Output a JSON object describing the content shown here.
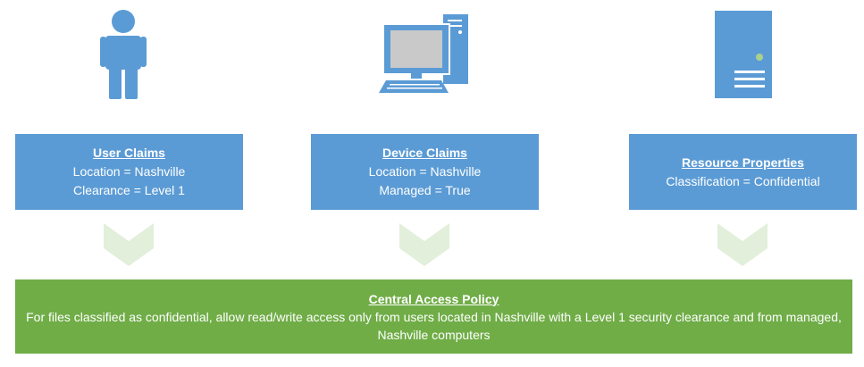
{
  "entities": [
    {
      "icon": "user-icon",
      "title": "User Claims",
      "lines": [
        "Location = Nashville",
        "Clearance = Level 1"
      ]
    },
    {
      "icon": "computer-icon",
      "title": "Device Claims",
      "lines": [
        "Location = Nashville",
        "Managed = True"
      ]
    },
    {
      "icon": "server-icon",
      "title": "Resource Properties",
      "lines": [
        "Classification = Confidential"
      ]
    }
  ],
  "policy": {
    "title": "Central Access Policy",
    "description": "For files classified as confidential, allow read/write access only from users located in Nashville with a Level 1 security clearance and from managed, Nashville computers"
  },
  "colors": {
    "icon": "#5b9bd5",
    "box": "#5b9bd5",
    "policy": "#70ad47",
    "chevron": "#e2efda",
    "server_led": "#a9d18e"
  }
}
